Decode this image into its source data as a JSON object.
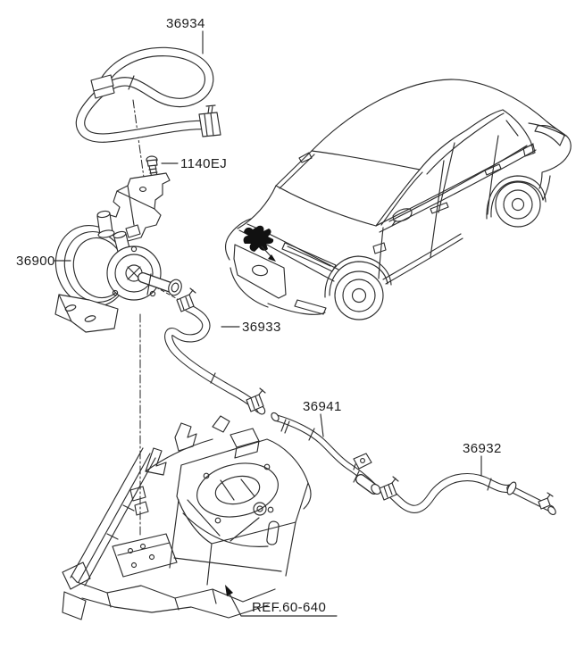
{
  "page": {
    "background_color": "#ffffff",
    "line_color": "#2d2d2d",
    "text_color": "#1c1c1c"
  },
  "diagram": {
    "type": "parts-diagram",
    "description": "Electronic control exploded parts diagram with vehicle locator illustration",
    "callouts": [
      {
        "id": "36934",
        "label": "36934"
      },
      {
        "id": "1140EJ",
        "label": "1140EJ"
      },
      {
        "id": "36900",
        "label": "36900"
      },
      {
        "id": "36933",
        "label": "36933"
      },
      {
        "id": "36941",
        "label": "36941"
      },
      {
        "id": "36932",
        "label": "36932"
      },
      {
        "id": "REF",
        "label": "REF.60-640"
      }
    ]
  }
}
